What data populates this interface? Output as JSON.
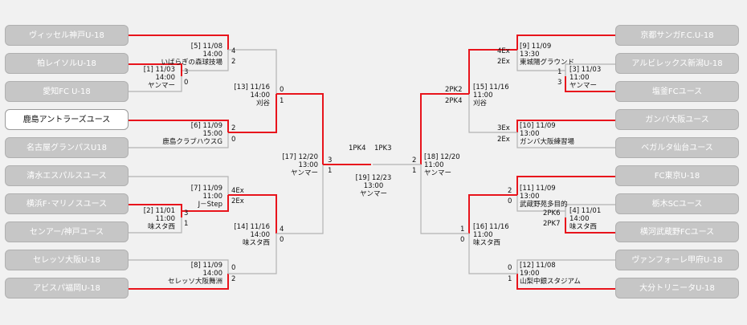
{
  "colors": {
    "winner_line": "#e8141c",
    "loser_line": "#b4b4b4",
    "team_bg": "#c6c6c6",
    "champion_bg": "#ffffff"
  },
  "teams_left": [
    {
      "name": "ヴィッセル神戸U-18"
    },
    {
      "name": "柏レイソルU-18"
    },
    {
      "name": "愛知FC U-18"
    },
    {
      "name": "鹿島アントラーズユース"
    },
    {
      "name": "名古屋グランパスU18"
    },
    {
      "name": "清水エスパルスユース"
    },
    {
      "name": "横浜F･マリノスユース"
    },
    {
      "name": "センアー/神戸ユース"
    },
    {
      "name": "セレッソ大阪U-18"
    },
    {
      "name": "アビスパ福岡U-18"
    }
  ],
  "teams_right": [
    {
      "name": "京都サンガF.C.U-18"
    },
    {
      "name": "アルビレックス新潟U-18"
    },
    {
      "name": "塩釜FCユース"
    },
    {
      "name": "ガンバ大阪ユース"
    },
    {
      "name": "ベガルタ仙台ユース"
    },
    {
      "name": "FC東京U-18"
    },
    {
      "name": "栃木SCユース"
    },
    {
      "name": "横河武蔵野FCユース"
    },
    {
      "name": "ヴァンフォーレ甲府U-18"
    },
    {
      "name": "大分トリニータU-18"
    }
  ],
  "matches": {
    "m1": {
      "num": "[1] 11/03",
      "time": "14:00",
      "venue": "ヤンマー",
      "score_top": "3",
      "score_bot": "0"
    },
    "m2": {
      "num": "[2] 11/01",
      "time": "11:00",
      "venue": "味スタ西",
      "score_top": "3",
      "score_bot": "1"
    },
    "m3": {
      "num": "[3] 11/03",
      "time": "11:00",
      "venue": "ヤンマー",
      "score_top": "1",
      "score_bot": "3"
    },
    "m4": {
      "num": "[4] 11/01",
      "time": "14:00",
      "venue": "味スタ西",
      "score_top": "2PK6",
      "score_bot": "2PK7"
    },
    "m5": {
      "num": "[5] 11/08",
      "time": "14:00",
      "venue": "いばらぎの森球技場",
      "score_top": "4",
      "score_bot": "2"
    },
    "m6": {
      "num": "[6] 11/09",
      "time": "15:00",
      "venue": "鹿島クラブハウスG",
      "score_top": "2",
      "score_bot": "0"
    },
    "m7": {
      "num": "[7] 11/09",
      "time": "11:00",
      "venue": "J－Step",
      "score_top": "4Ex",
      "score_bot": "2Ex"
    },
    "m8": {
      "num": "[8] 11/09",
      "time": "14:00",
      "venue": "セレッソ大阪舞洲",
      "score_top": "0",
      "score_bot": "2"
    },
    "m9": {
      "num": "[9] 11/09",
      "time": "13:30",
      "venue": "東城陽グラウンド",
      "score_top": "4Ex",
      "score_bot": "2Ex"
    },
    "m10": {
      "num": "[10] 11/09",
      "time": "13:00",
      "venue": "ガンバ大阪練習場",
      "score_top": "3Ex",
      "score_bot": "2Ex"
    },
    "m11": {
      "num": "[11] 11/09",
      "time": "13:00",
      "venue": "武蔵野苑多目的",
      "score_top": "2",
      "score_bot": "0"
    },
    "m12": {
      "num": "[12] 11/08",
      "time": "19:00",
      "venue": "山梨中銀スタジアム",
      "score_top": "0",
      "score_bot": "1"
    },
    "m13": {
      "num": "[13] 11/16",
      "time": "14:00",
      "venue": "刈谷",
      "score_top": "0",
      "score_bot": "1"
    },
    "m14": {
      "num": "[14] 11/16",
      "time": "14:00",
      "venue": "味スタ西",
      "score_top": "4",
      "score_bot": "0"
    },
    "m15": {
      "num": "[15] 11/16",
      "time": "11:00",
      "venue": "刈谷",
      "score_top": "2PK2",
      "score_bot": "2PK4"
    },
    "m16": {
      "num": "[16] 11/16",
      "time": "11:00",
      "venue": "味スタ西",
      "score_top": "1",
      "score_bot": "0"
    },
    "m17": {
      "num": "[17] 12/20",
      "time": "13:00",
      "venue": "ヤンマー",
      "score_top": "3",
      "score_bot": "1"
    },
    "m18": {
      "num": "[18] 12/20",
      "time": "11:00",
      "venue": "ヤンマー",
      "score_top": "2",
      "score_bot": "1"
    },
    "m19": {
      "num": "[19] 12/23",
      "time": "13:00",
      "venue": "ヤンマー",
      "score_left": "1PK4",
      "score_right": "1PK3"
    }
  }
}
